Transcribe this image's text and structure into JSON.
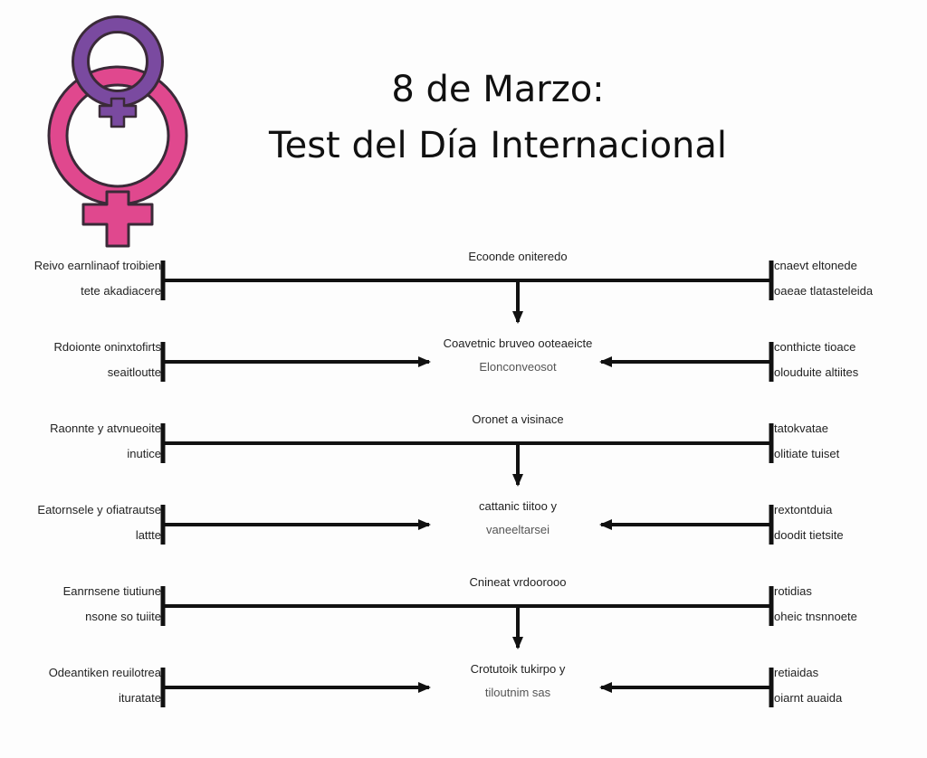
{
  "header": {
    "title_line1": "8 de Marzo:",
    "title_line2": "Test del Día Internacional"
  },
  "colors": {
    "purple": "#7a4aa0",
    "pink": "#e0488e",
    "line": "#111111",
    "logo_outline": "#3a2a38"
  },
  "rows": [
    {
      "type": "through",
      "left_top": "Reivo earnlinaof troibien",
      "left_bottom": "tete akadiacere",
      "center_top": "Ecoonde oniteredo",
      "center_bottom": "",
      "right_top": "cnaevt eltonede",
      "right_bottom": "oaeae tlatasteleida"
    },
    {
      "type": "converge",
      "left_top": "Rdoionte oninxtofirts",
      "left_bottom": "seaitloutte",
      "center_top": "Coavetnic bruveo ooteaeicte",
      "center_bottom": "Elonconveosot",
      "right_top": "conthicte tioace",
      "right_bottom": "olouduite altiites"
    },
    {
      "type": "through",
      "left_top": "Raonnte y atvnueoite",
      "left_bottom": "inutice",
      "center_top": "Oronet a visinace",
      "center_bottom": "",
      "right_top": "tatokvatae",
      "right_bottom": "olitiate tuiset"
    },
    {
      "type": "converge",
      "left_top": "Eatornsele y ofiatrautse",
      "left_bottom": "lattte",
      "center_top": "cattanic tiitoo y",
      "center_bottom": "vaneeltarsei",
      "right_top": "rextontduia",
      "right_bottom": "doodit tietsite"
    },
    {
      "type": "through",
      "left_top": "Eanrnsene tiutiune",
      "left_bottom": "nsone so tuiite",
      "center_top": "Cnineat vrdoorooo",
      "center_bottom": "",
      "right_top": "rotidias",
      "right_bottom": "oheic tnsnnoete"
    },
    {
      "type": "converge",
      "left_top": "Odeantiken reuilotrea",
      "left_bottom": "ituratate",
      "center_top": "Crotutoik tukirpo y",
      "center_bottom": "tiloutnim sas",
      "right_top": "retiaidas",
      "right_bottom": "oiarnt auaida"
    }
  ]
}
